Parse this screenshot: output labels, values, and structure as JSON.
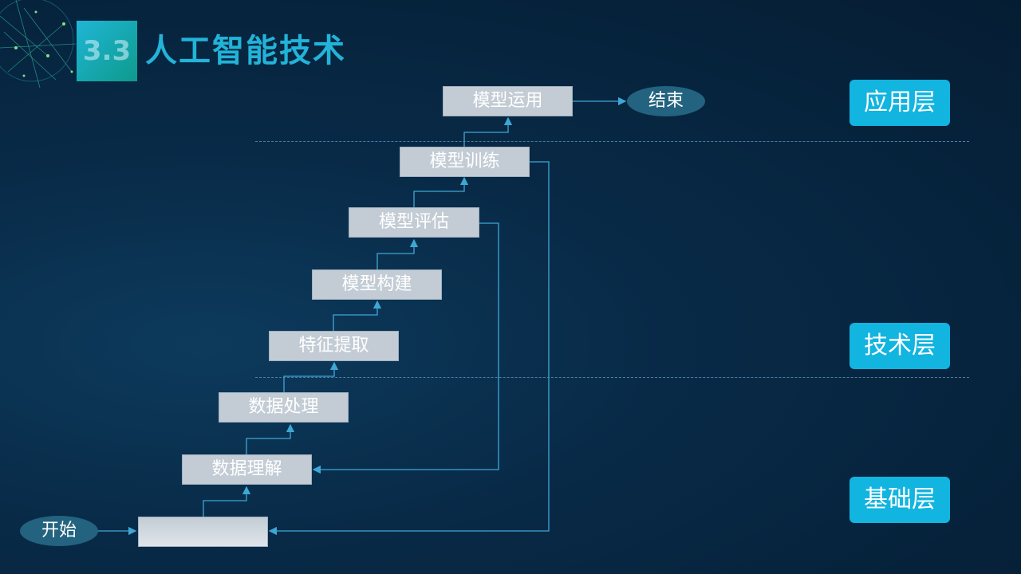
{
  "header": {
    "section_number": "3.3",
    "title": "人工智能技术"
  },
  "layers": {
    "application": "应用层",
    "technology": "技术层",
    "foundation": "基础层"
  },
  "flow": {
    "start": "开始",
    "end": "结束",
    "steps": {
      "data_understanding": "数据理解",
      "data_processing": "数据处理",
      "feature_extraction": "特征提取",
      "model_building": "模型构建",
      "model_evaluation": "模型评估",
      "model_training": "模型训练",
      "model_application": "模型运用"
    }
  },
  "colors": {
    "accent": "#12b4e0",
    "node": "#c3ccd5",
    "wire": "#3ea7d6",
    "background": "#082a47"
  }
}
